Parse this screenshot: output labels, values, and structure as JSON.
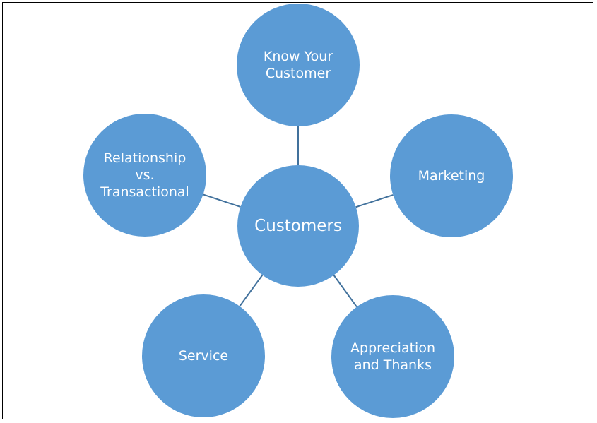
{
  "diagram": {
    "colors": {
      "node_fill": "#5B9BD5",
      "connector": "#41719C",
      "text": "#FFFFFF",
      "border": "#000000"
    },
    "center": {
      "lines": [
        "Customers"
      ]
    },
    "nodes": [
      {
        "id": "know-your-customer",
        "lines": [
          "Know Your",
          "Customer"
        ]
      },
      {
        "id": "marketing",
        "lines": [
          "Marketing"
        ]
      },
      {
        "id": "appreciation-and-thanks",
        "lines": [
          "Appreciation",
          "and Thanks"
        ]
      },
      {
        "id": "service",
        "lines": [
          "Service"
        ]
      },
      {
        "id": "relationship-vs-transactional",
        "lines": [
          "Relationship",
          "vs.",
          "Transactional"
        ]
      }
    ]
  }
}
